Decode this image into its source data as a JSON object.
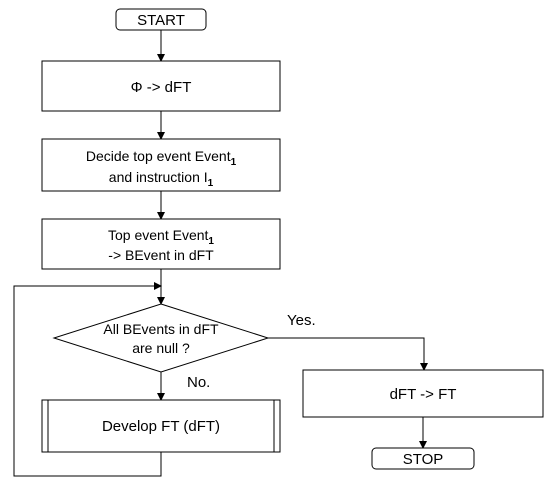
{
  "nodes": {
    "start": "START",
    "init": "Φ -> dFT",
    "decide_line1": "Decide top event Event",
    "decide_line1_sub": "1",
    "decide_line2": "and instruction I",
    "decide_line2_sub": "1",
    "topevent_line1": "Top event Event",
    "topevent_line1_sub": "1",
    "topevent_line2": "-> BEvent in dFT",
    "decision_line1": "All BEvents in dFT",
    "decision_line2": "are null ?",
    "develop": "Develop FT (dFT)",
    "convert": "dFT -> FT",
    "stop": "STOP"
  },
  "edges": {
    "yes_label": "Yes.",
    "no_label": "No."
  }
}
